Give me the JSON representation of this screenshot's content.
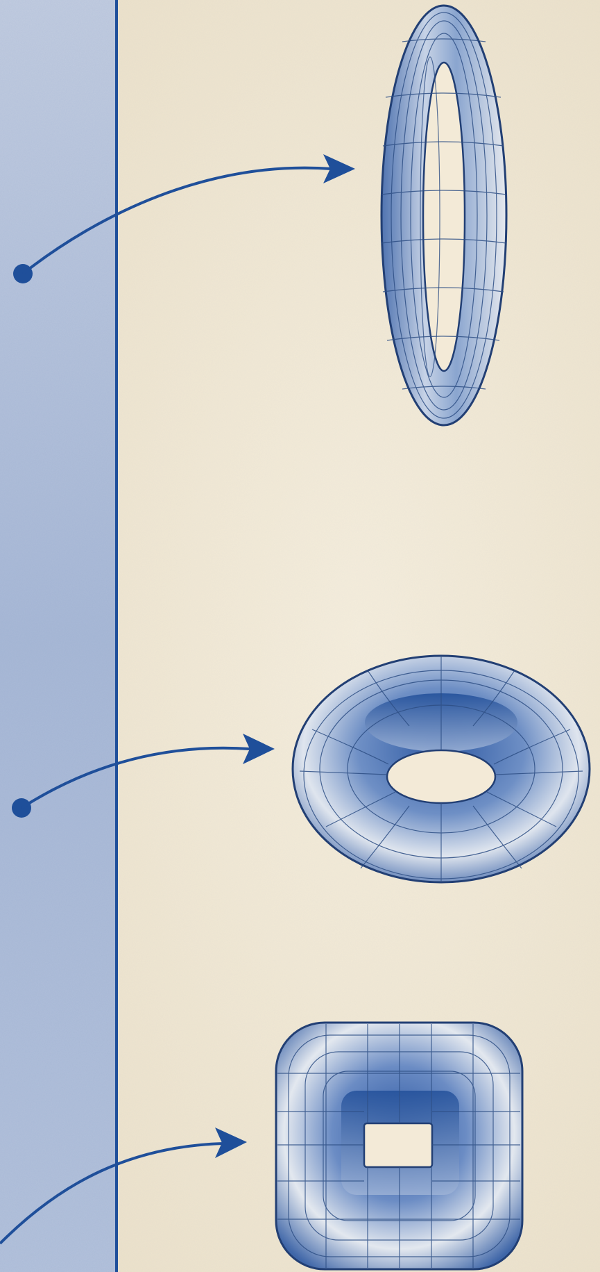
{
  "colors": {
    "paper": "#f3ead7",
    "side_panel": "#b6c3d8",
    "accent": "#1f4f9a",
    "shape_fill": "#7f9cc9",
    "shape_light": "#e9ecef",
    "grid_line": "#2e4f85"
  },
  "figure": {
    "side_panel": {
      "pattern": "textured"
    },
    "arrows": [
      {
        "from": "panel-dot-1",
        "to": "thin-upright-torus"
      },
      {
        "from": "panel-dot-2",
        "to": "round-torus"
      },
      {
        "from": "panel-edge",
        "to": "rounded-square-torus"
      }
    ],
    "shapes": [
      "thin-upright-torus",
      "round-torus",
      "rounded-square-torus"
    ]
  }
}
